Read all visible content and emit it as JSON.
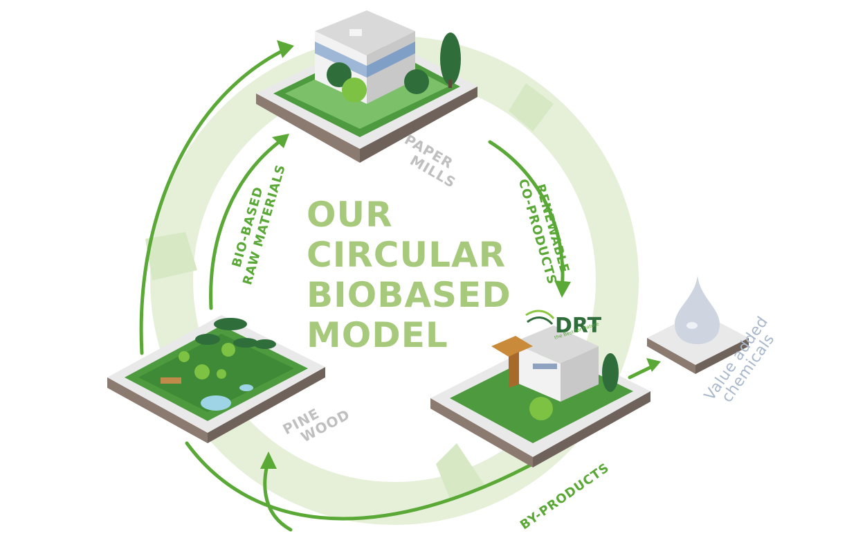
{
  "title": [
    "OUR",
    "CIRCULAR",
    "BIOBASED",
    "MODEL"
  ],
  "nodes": {
    "paper_mills": [
      "PAPER",
      "MILLS"
    ],
    "pine_wood": [
      "PINE",
      "WOOD"
    ],
    "value_added": [
      "Value added",
      "chemicals"
    ]
  },
  "flows": {
    "bio_based": [
      "BIO-BASED",
      "RAW MATERIALS"
    ],
    "renewable": [
      "RENEWABLE",
      "CO-PRODUCTS"
    ],
    "by_products": [
      "BY-PRODUCTS"
    ]
  },
  "logo": {
    "name": "DRT",
    "tagline": "the Best for Nature"
  },
  "colors": {
    "ring": "#e4efd6",
    "arrow": "#5aa836",
    "title": "#a7c97c",
    "label_grey": "#bfbfbf",
    "label_blue": "#a9b8cc"
  }
}
